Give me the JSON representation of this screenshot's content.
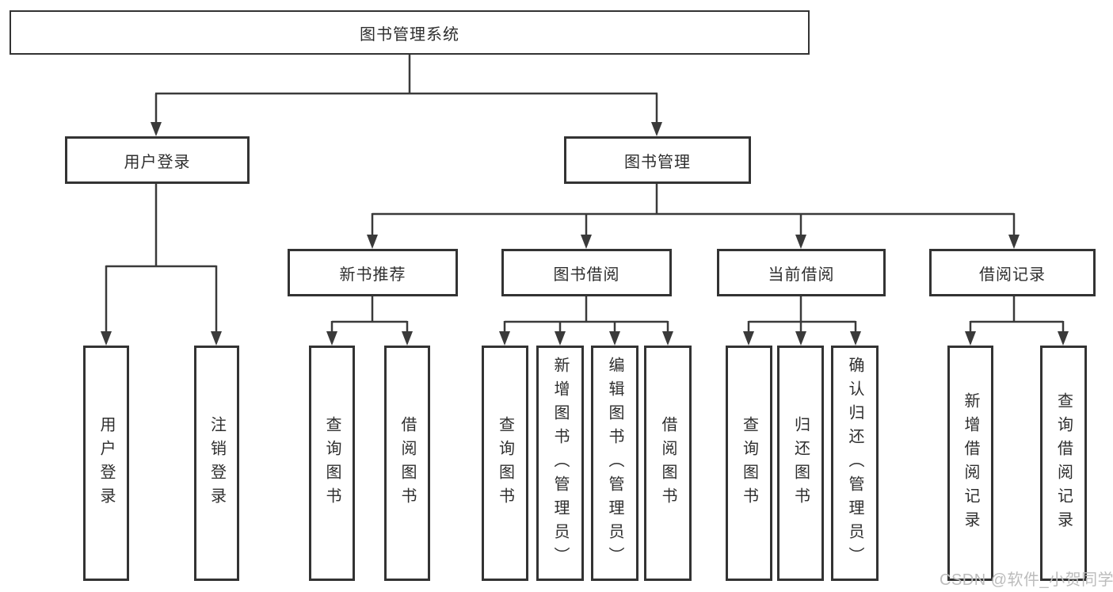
{
  "colors": {
    "line": "#3a3a3a",
    "border": "#333333",
    "fill": "#ffffff",
    "text": "#2e2e2e",
    "watermark": "#bcbcbc"
  },
  "diagram": {
    "type": "tree",
    "root": {
      "label": "图书管理系统",
      "children": [
        {
          "label": "用户登录",
          "children": [
            {
              "label": "用户登录"
            },
            {
              "label": "注销登录"
            }
          ]
        },
        {
          "label": "图书管理",
          "children": [
            {
              "label": "新书推荐",
              "children": [
                {
                  "label": "查询图书"
                },
                {
                  "label": "借阅图书"
                }
              ]
            },
            {
              "label": "图书借阅",
              "children": [
                {
                  "label": "查询图书"
                },
                {
                  "label": "新增图书（管理员）"
                },
                {
                  "label": "编辑图书（管理员）"
                },
                {
                  "label": "借阅图书"
                }
              ]
            },
            {
              "label": "当前借阅",
              "children": [
                {
                  "label": "查询图书"
                },
                {
                  "label": "归还图书"
                },
                {
                  "label": "确认归还（管理员）"
                }
              ]
            },
            {
              "label": "借阅记录",
              "children": [
                {
                  "label": "新增借阅记录"
                },
                {
                  "label": "查询借阅记录"
                }
              ]
            }
          ]
        }
      ]
    }
  },
  "watermark": {
    "text": "CSDN @软件_小贺同学"
  }
}
